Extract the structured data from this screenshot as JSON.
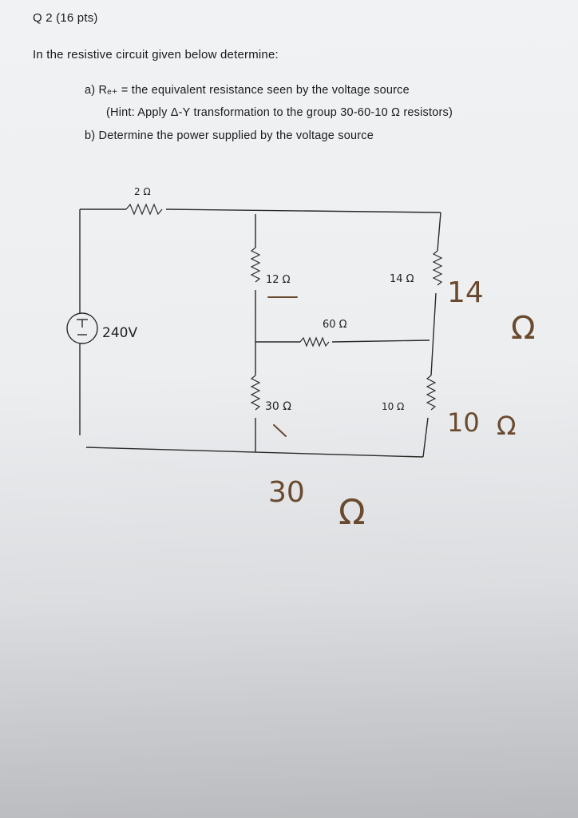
{
  "question": {
    "header": "Q 2 (16 pts)",
    "intro": "In the resistive circuit given below determine:",
    "part_a": "a)  Rₑ₊ = the equivalent resistance seen by the voltage source",
    "hint": "(Hint: Apply Δ-Y transformation to the group 30-60-10 Ω resistors)",
    "part_b": "b)  Determine the power supplied by the voltage source"
  },
  "circuit": {
    "source_label": "240V",
    "source_sign_plus": "+",
    "source_sign_minus": "−",
    "r_2_label": "2 Ω",
    "r_12_label": "12 Ω",
    "r_14_label": "14 Ω",
    "r_60_label": "60 Ω",
    "r_30_label": "30 Ω",
    "r_10_label": "10 Ω"
  },
  "handwritten": {
    "note_14": "14",
    "note_14_unit": "Ω",
    "note_10": "10",
    "note_10_unit": "Ω",
    "note_30": "30",
    "note_30_unit": "Ω"
  }
}
